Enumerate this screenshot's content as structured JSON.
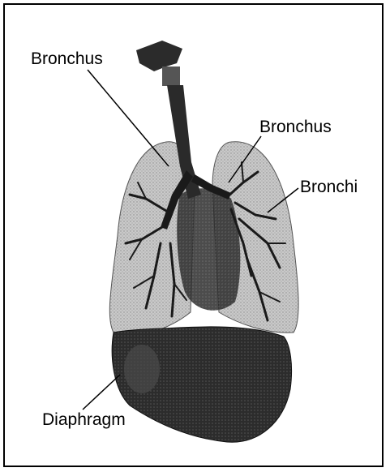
{
  "labels": {
    "bronchus_left": "Bronchus",
    "bronchus_right": "Bronchus",
    "bronchi": "Bronchi",
    "diaphragm": "Diaphragm"
  },
  "colors": {
    "border": "#000000",
    "lung_fill": "#bdbdbd",
    "organ_dark": "#2a2a2a",
    "airway": "#1a1a1a"
  }
}
